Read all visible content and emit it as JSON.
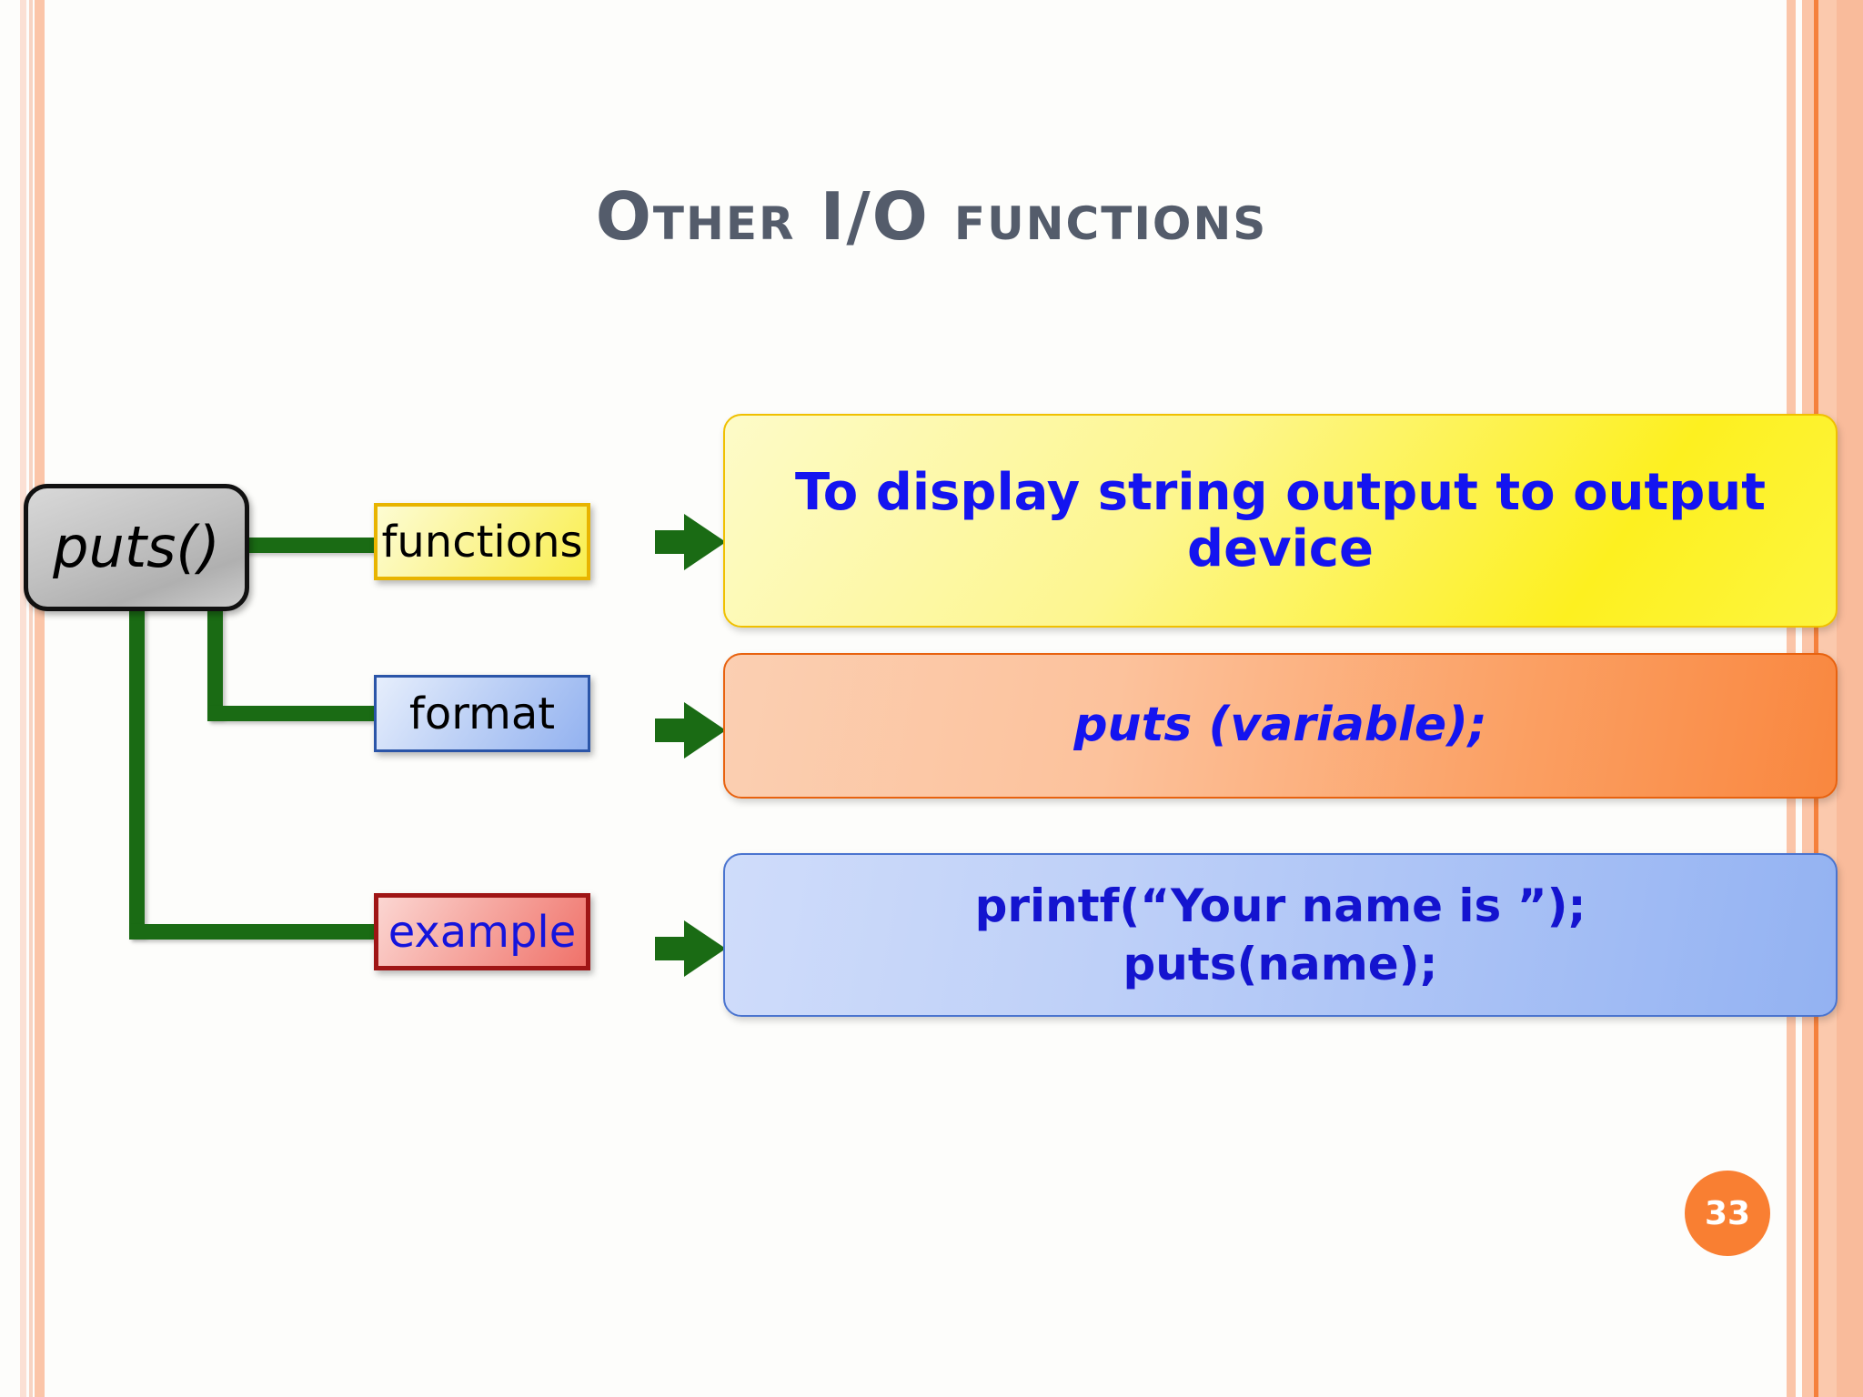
{
  "slide": {
    "title": "Other I/O functions",
    "page_number": "33",
    "background_color": "#fdfdfb"
  },
  "colors": {
    "title_gray": "#545c6b",
    "connector_green": "#1a6b14",
    "text_blue": "#1414f0",
    "badge_orange": "#f97f32",
    "accent_peach": "#fbc5a8"
  },
  "diagram": {
    "root": {
      "label": "puts()"
    },
    "rows": [
      {
        "label": "functions",
        "content": "To display string output to output device",
        "label_color": "#000000",
        "box_color": "#fdf020"
      },
      {
        "label": "format",
        "content": "puts (variable);",
        "label_color": "#000000",
        "box_color": "#f9873f"
      },
      {
        "label": "example",
        "content_line1": "printf(“Your name is ”);",
        "content_line2": "puts(name);",
        "label_color": "#1414dc",
        "box_color": "#a7c0f5"
      }
    ]
  }
}
